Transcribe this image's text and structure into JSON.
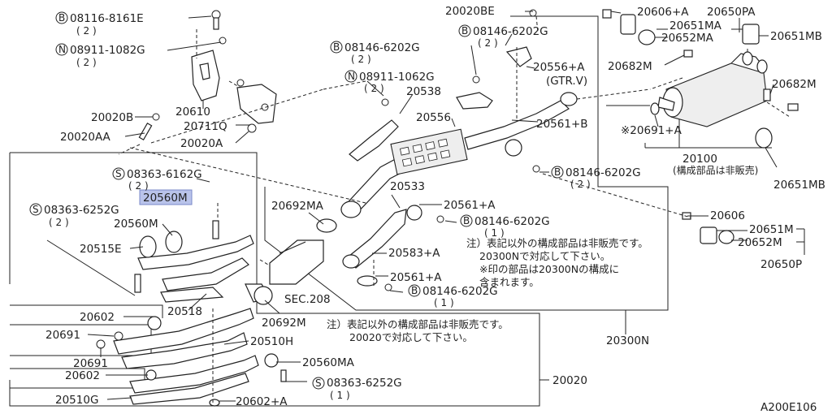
{
  "labels": {
    "bolt_08116": "08116-8161E",
    "bolt_08116_qty": "( 2 )",
    "nut_08911_1082g": "08911-1082G",
    "nut_08911_1082g_qty": "( 2 )",
    "p20610": "20610",
    "p20711q": "20711Q",
    "p20020a": "20020A",
    "p20020b": "20020B",
    "p20020aa": "20020AA",
    "screw_08363_6162g": "08363-6162G",
    "screw_08363_6162g_qty": "( 2 )",
    "p20560m_hl": "20560M",
    "screw_08363_6252g": "08363-6252G",
    "screw_08363_6252g_qty": "( 2 )",
    "p20560m": "20560M",
    "p20515e": "20515E",
    "p20518": "20518",
    "p20602_a": "20602",
    "p20691_a": "20691",
    "p20691_b": "20691",
    "p20602_b": "20602",
    "p20510g": "20510G",
    "p20602_plus_a": "20602+A",
    "p20560ma": "20560MA",
    "screw_08363_6252g_b": "08363-6252G",
    "screw_08363_6252g_b_qty": "( 1 )",
    "p20510h": "20510H",
    "p20692m": "20692M",
    "sec208": "SEC.208",
    "p20692ma": "20692MA",
    "p20533": "20533",
    "p20561_plus_a_1": "20561+A",
    "bolt_08146_a": "08146-6202G",
    "bolt_08146_a_qty": "( 1 )",
    "p20583_plus_a": "20583+A",
    "p20561_plus_a_2": "20561+A",
    "bolt_08146_b": "08146-6202G",
    "bolt_08146_b_qty": "( 1 )",
    "p20020be": "20020BE",
    "bolt_08146_c": "08146-6202G",
    "bolt_08146_c_qty": "( 2 )",
    "bolt_08146_d": "08146-6202G",
    "bolt_08146_d_qty": "( 2 )",
    "nut_08911_1062g": "08911-1062G",
    "nut_08911_1062g_qty": "( 2 )",
    "p20538": "20538",
    "p20556": "20556",
    "p20556_plus_a": "20556+A",
    "gtr_v": "(GTR.V)",
    "p20561_plus_b": "20561+B",
    "bolt_08146_e": "08146-6202G",
    "bolt_08146_e_qty": "( 2 )",
    "p20606_plus_a": "20606+A",
    "p20650pa": "20650PA",
    "p20651ma": "20651MA",
    "p20652ma": "20652MA",
    "p20651mb_a": "20651MB",
    "p20682m_a": "20682M",
    "p20682m_b": "20682M",
    "p20691_plus_a": "※20691+A",
    "p20100": "20100",
    "p20100_note": "(構成部品は非販売)",
    "p20651mb_b": "20651MB",
    "p20606": "20606",
    "p20651m": "20651M",
    "p20652m": "20652M",
    "p20650p": "20650P",
    "p20300n": "20300N",
    "p20020": "20020",
    "diagram_id": "A200E106"
  },
  "notes": {
    "note1_l1": "注）表記以外の構成部品は非販売です。",
    "note1_l2": "20300Nで対応して下さい。",
    "note1_l3": "※印の部品は20300Nの構成に",
    "note1_l4": "含まれます。",
    "note2_l1": "注）表記以外の構成部品は非販売です。",
    "note2_l2": "20020で対応して下さい。"
  },
  "symbols": {
    "b": "B",
    "n": "N",
    "s": "S"
  },
  "colors": {
    "highlight": "#b9c3ea",
    "line": "#222222"
  }
}
